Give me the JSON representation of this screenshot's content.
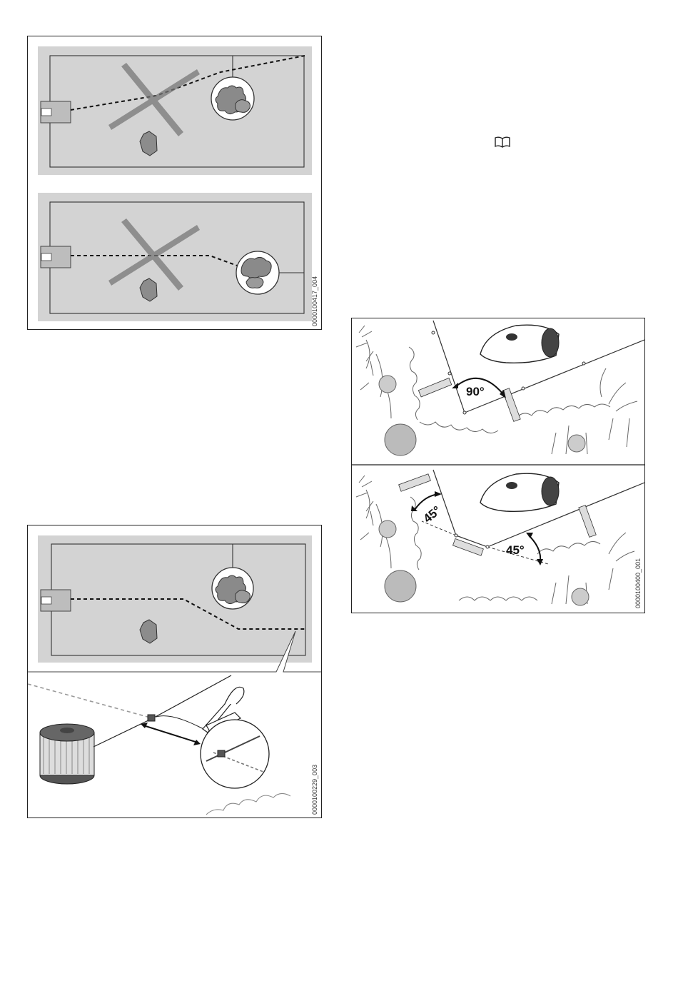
{
  "figures": {
    "fig1": {
      "code": "0000100417_004"
    },
    "fig2": {
      "code": "0000100229_003"
    },
    "fig3": {
      "code": "0000100400_001",
      "angle_top": "90°",
      "angle_left": "45°",
      "angle_right": "45°"
    }
  },
  "icons": {
    "reference": "book-icon"
  }
}
